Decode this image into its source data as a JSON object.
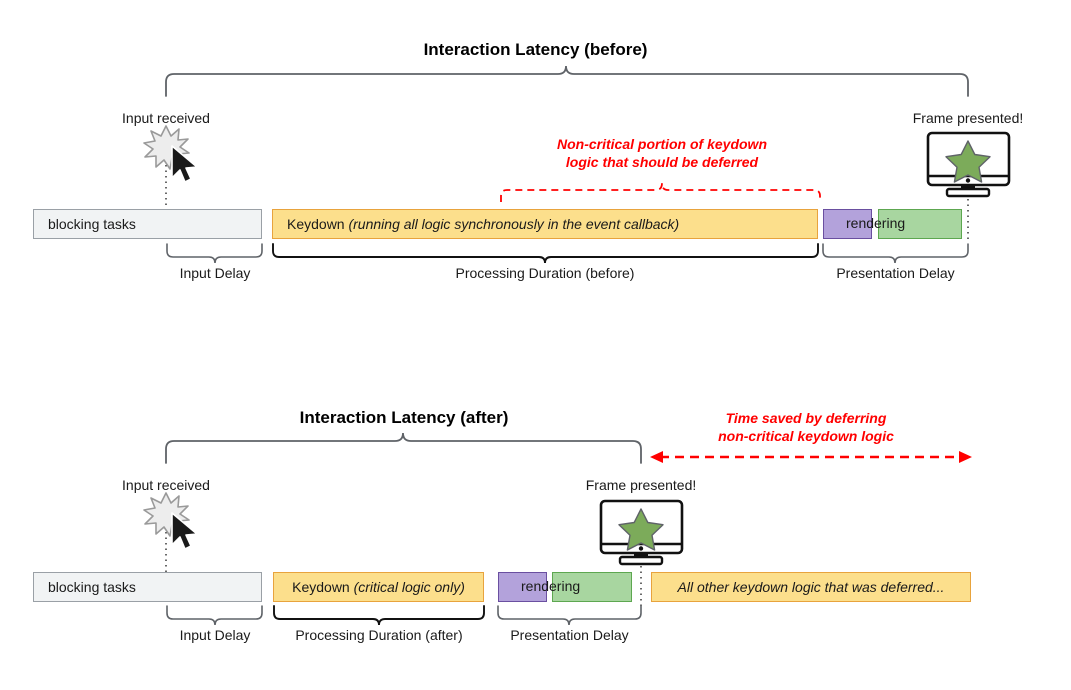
{
  "page": {
    "background": "#ffffff",
    "accent_red": "#ff0000",
    "bar_colors": {
      "blocking": "#f1f3f4",
      "blocking_border": "#9aa0a6",
      "keydown": "#fcdf8c",
      "keydown_border": "#e8a33d",
      "rendering_purple": "#b3a2db",
      "rendering_purple_border": "#6a4fa0",
      "rendering_green": "#a8d6a0",
      "rendering_green_border": "#5da750",
      "star": "#7cab5a"
    }
  },
  "diagram_before": {
    "title": "Interaction Latency (before)",
    "input_label": "Input received",
    "frame_label": "Frame presented!",
    "annotation_line1": "Non-critical portion of keydown",
    "annotation_line2": "logic that should be deferred",
    "bars": {
      "blocking": "blocking tasks",
      "keydown_prefix": "Keydown ",
      "keydown_italic": "(running all logic synchronously in the event callback)",
      "rendering": "rendering"
    },
    "phases": {
      "input_delay": "Input Delay",
      "processing": "Processing Duration (before)",
      "presentation": "Presentation Delay"
    },
    "icons": {
      "burst": "burst-icon",
      "cursor": "cursor-icon",
      "monitor": "monitor-icon",
      "star": "star-icon"
    }
  },
  "diagram_after": {
    "title": "Interaction Latency (after)",
    "input_label": "Input received",
    "frame_label": "Frame presented!",
    "annotation_line1": "Time saved by deferring",
    "annotation_line2": "non-critical keydown logic",
    "bars": {
      "blocking": "blocking tasks",
      "keydown_prefix": "Keydown ",
      "keydown_italic": "(critical logic only)",
      "rendering": "rendering",
      "deferred": "All other keydown logic that was deferred..."
    },
    "phases": {
      "input_delay": "Input Delay",
      "processing": "Processing Duration (after)",
      "presentation": "Presentation Delay"
    },
    "icons": {
      "burst": "burst-icon",
      "cursor": "cursor-icon",
      "monitor": "monitor-icon",
      "star": "star-icon",
      "saved_arrow": "double-arrow-icon"
    }
  }
}
